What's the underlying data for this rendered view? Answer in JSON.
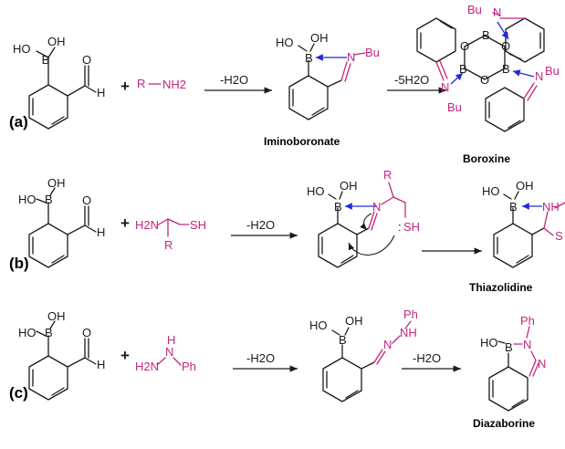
{
  "rows": [
    {
      "label": "(a)",
      "plus": "+",
      "reagent": "R-NH2",
      "arrow1": "-H2O",
      "product1": "Iminoboronate",
      "arrow2": "-5H2O",
      "product2": "Boroxine"
    },
    {
      "label": "(b)",
      "plus": "+",
      "reagent": "H2N-CH(R)-CH2-SH",
      "arrow1": "-H2O",
      "product": "Thiazolidine"
    },
    {
      "label": "(c)",
      "plus": "+",
      "reagent": "H2N-NH-Ph",
      "arrow1": "-H2O",
      "arrow2": "-H2O",
      "product": "Diazaborine"
    }
  ],
  "atoms": {
    "ho": "HO",
    "oh": "OH",
    "h": "H",
    "o": "O",
    "b": "B",
    "n": "N",
    "bu": "Bu",
    "r": "R",
    "nh2": "NH2",
    "h2n": "H2N",
    "sh": "SH",
    "s": "S",
    "nh": "NH",
    "ph": "Ph",
    "dots": ":"
  },
  "colors": {
    "amine": "#c3267e",
    "coordination_arrow": "#1f2bd6",
    "skeleton": "#1a1a1a"
  }
}
